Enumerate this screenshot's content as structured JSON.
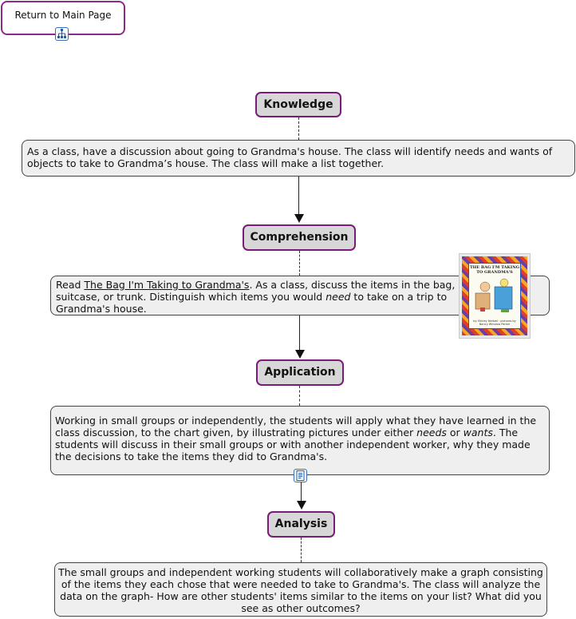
{
  "return_button": {
    "label": "Return to Main Page",
    "icon": "concept-map-icon"
  },
  "nodes": [
    {
      "id": "knowledge",
      "label": "Knowledge",
      "description": "As a class, have a discussion about going to Grandma's house. The class will identify needs and wants of objects to take to Grandma’s house. The class will make a list together."
    },
    {
      "id": "comprehension",
      "label": "Comprehension",
      "description_parts": {
        "pre": "Read ",
        "title": "The Bag I'm Taking to Grandma's",
        "mid": ". As a class, discuss the items in the bag, suitcase, or trunk. Distinguish which items you would ",
        "emph": "need",
        "post": " to take on a trip to Grandma's house."
      },
      "image": {
        "title": "THE BAG I'M TAKING TO GRANDMA'S",
        "author": "by Shirley Neitzel · pictures by Nancy Winslow Parker"
      }
    },
    {
      "id": "application",
      "label": "Application",
      "description_parts": {
        "pre": "Working in small groups or independently, the students will apply what they have learned in the class discussion, to the chart given, by illustrating pictures under either ",
        "emph1": "needs",
        "mid": " or ",
        "emph2": "wants",
        "post": ". The students will discuss in their small groups or with another independent worker, why they made the decisions to take the items they did to Grandma's."
      },
      "icon": "document-icon"
    },
    {
      "id": "analysis",
      "label": "Analysis",
      "description": "The small groups and independent working students will collaboratively make a graph consisting of the items they each chose that were needed to take to Grandma's. The class will analyze the data on the graph- How are other students' items similar to the items on your list? What did you see as other outcomes?"
    }
  ]
}
